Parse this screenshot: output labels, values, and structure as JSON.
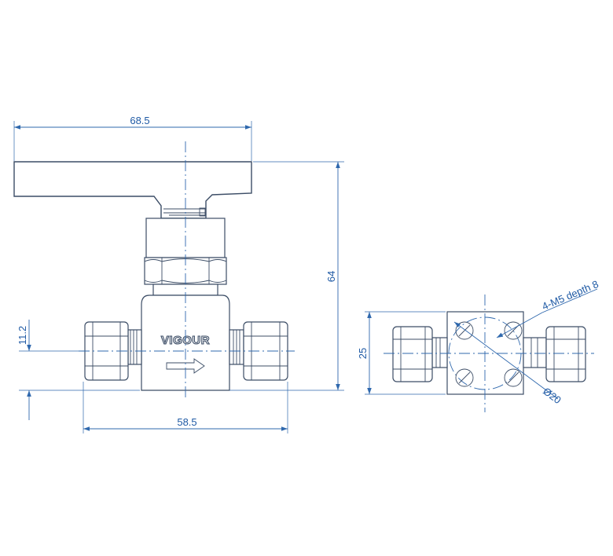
{
  "brand": "VIGOUR",
  "dimensions": {
    "handle_width": "68.5",
    "total_height": "64",
    "port_offset": "11.2",
    "body_length": "58.5",
    "base_height": "25",
    "mount_holes": "4-M5 depth 8",
    "bolt_circle": "Ø20"
  },
  "colors": {
    "dimension": "#1f5aa5",
    "outline": "#3c4d66"
  }
}
